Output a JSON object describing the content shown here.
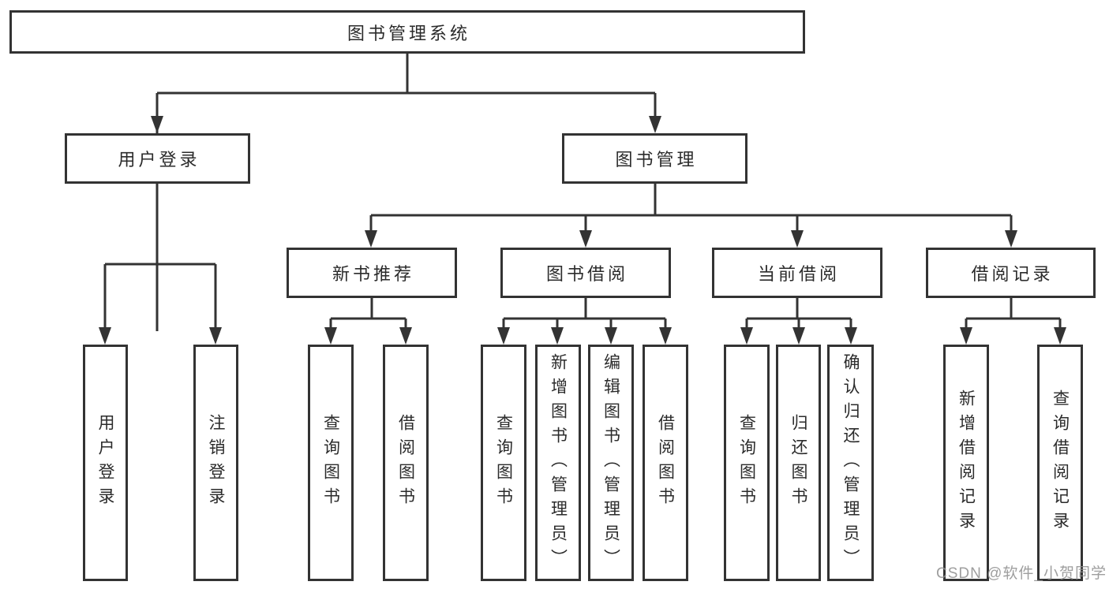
{
  "diagram": {
    "title_node": "图书管理系统",
    "tree": {
      "root": {
        "label": "图书管理系统"
      },
      "branches": [
        {
          "label": "用户登录",
          "children": [
            "用户登录",
            "注销登录"
          ]
        },
        {
          "label": "图书管理",
          "children": [
            {
              "label": "新书推荐",
              "children": [
                "查询图书",
                "借阅图书"
              ]
            },
            {
              "label": "图书借阅",
              "children": [
                "查询图书",
                "新增图书（管理员）",
                "编辑图书（管理员）",
                "借阅图书"
              ]
            },
            {
              "label": "当前借阅",
              "children": [
                "查询图书",
                "归还图书",
                "确认归还（管理员）"
              ]
            },
            {
              "label": "借阅记录",
              "children": [
                "新增借阅记录",
                "查询借阅记录"
              ]
            }
          ]
        }
      ]
    },
    "colors": {
      "line": "#333333",
      "text": "#2b2b2b",
      "background": "#ffffff"
    }
  },
  "watermark": {
    "text": "CSDN @软件_小贺同学"
  }
}
